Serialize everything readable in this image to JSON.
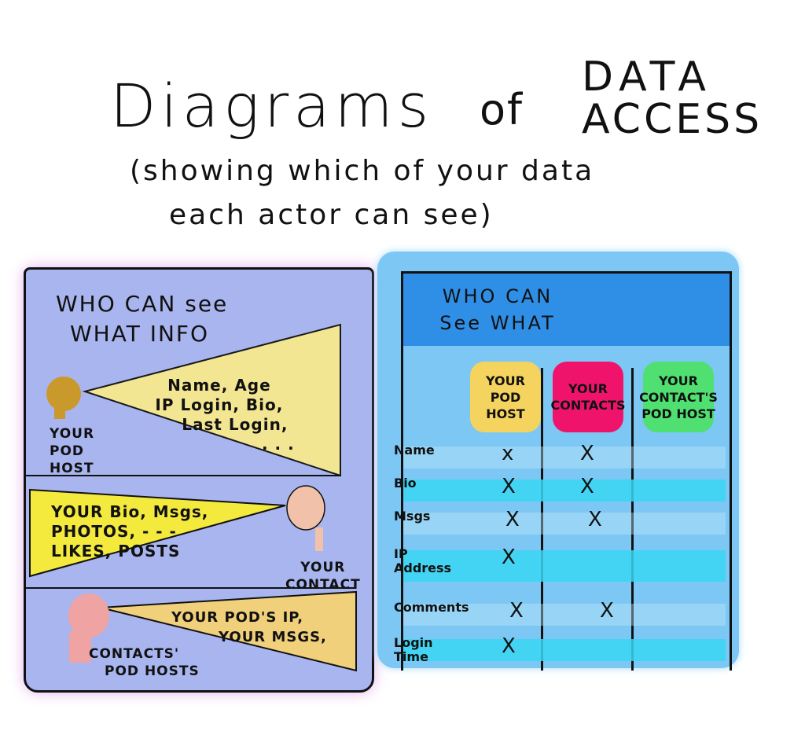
{
  "title": {
    "line1": "Diagrams",
    "of": "of",
    "highlight1": "DATA",
    "highlight2": "ACCESS"
  },
  "subtitle": {
    "line1": "(showing which of your data",
    "line2": "each actor can see)"
  },
  "left_panel": {
    "heading1": "WHO CAN see",
    "heading2": "WHAT INFO",
    "beam1": [
      "Name, Age",
      "IP Login, Bio,",
      "Last Login,",
      ". . ."
    ],
    "actor1": [
      "YOUR",
      "POD",
      "HOST"
    ],
    "beam2": [
      "YOUR Bio, Msgs,",
      "PHOTOS, - - -",
      "LIKES, POSTS"
    ],
    "actor2": [
      "YOUR",
      "CONTACT"
    ],
    "beam3": [
      "YOUR POD'S IP,",
      "YOUR MSGS,"
    ],
    "actor3": [
      "CONTACTS'",
      "POD HOSTS"
    ]
  },
  "right_panel": {
    "title1": "WHO CAN",
    "title2": "See WHAT",
    "columns": [
      {
        "label": "YOUR POD HOST",
        "color": "#f4d35e"
      },
      {
        "label": "YOUR CONTACTS",
        "color": "#f0136c"
      },
      {
        "label": "YOUR CONTACT'S POD HOST",
        "color": "#4fe071"
      }
    ],
    "rows": [
      {
        "label": "Name",
        "marks": [
          "x",
          "X",
          ""
        ]
      },
      {
        "label": "Bio",
        "marks": [
          "X",
          "X",
          ""
        ]
      },
      {
        "label": "Msgs",
        "marks": [
          "X",
          "X",
          ""
        ]
      },
      {
        "label": "IP Address",
        "marks": [
          "X",
          "",
          ""
        ]
      },
      {
        "label": "Comments",
        "marks": [
          "X",
          "X",
          ""
        ]
      },
      {
        "label": "Login Time",
        "marks": [
          "X",
          "",
          ""
        ]
      }
    ]
  }
}
